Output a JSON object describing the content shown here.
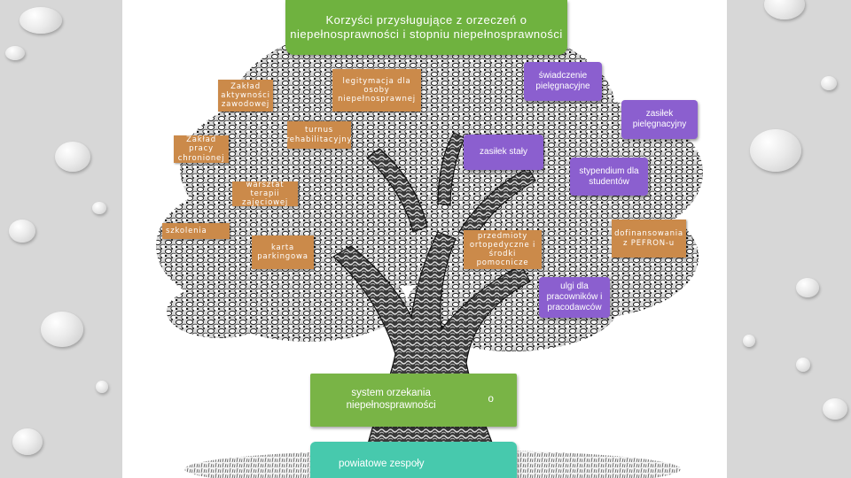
{
  "title": "Korzyści przysługujące z orzeczeń o niepełnosprawności i stopniu niepełnosprawności",
  "tan_items": {
    "legitymacja": "legitymacja dla osoby niepełnosprawnej",
    "zaklad_aktywnosci": "Zakład aktywności zawodowej",
    "turnus": "turnus rehabilitacyjny",
    "zaklad_pracy": "Zakład pracy chronionej",
    "warsztat": "warsztat terapii zajęciowej",
    "szkolenia": "szkolenia",
    "karta": "karta parkingowa",
    "przedmioty": "przedmioty ortopedyczne i środki pomocnicze",
    "dofinansowania": "dofinansowania z PEFRON-u"
  },
  "purple_items": {
    "swiadczenie": "świadczenie pielęgnacyjne",
    "zasilek_piel": "zasiłek pielęgnacyjny",
    "zasilek_staly": "zasiłek stały",
    "stypendium": "stypendium dla studentów",
    "ulgi": "ulgi dla pracowników i pracodawców"
  },
  "bottom": {
    "system_label": "system orzekania niepełnosprawności",
    "system_o": "o",
    "powiatowe": "powiatowe zespoły"
  },
  "colors": {
    "title_green": "#6fb23f",
    "tan": "#cb8a4a",
    "purple": "#8b5fcf",
    "teal": "#47c9ad"
  }
}
